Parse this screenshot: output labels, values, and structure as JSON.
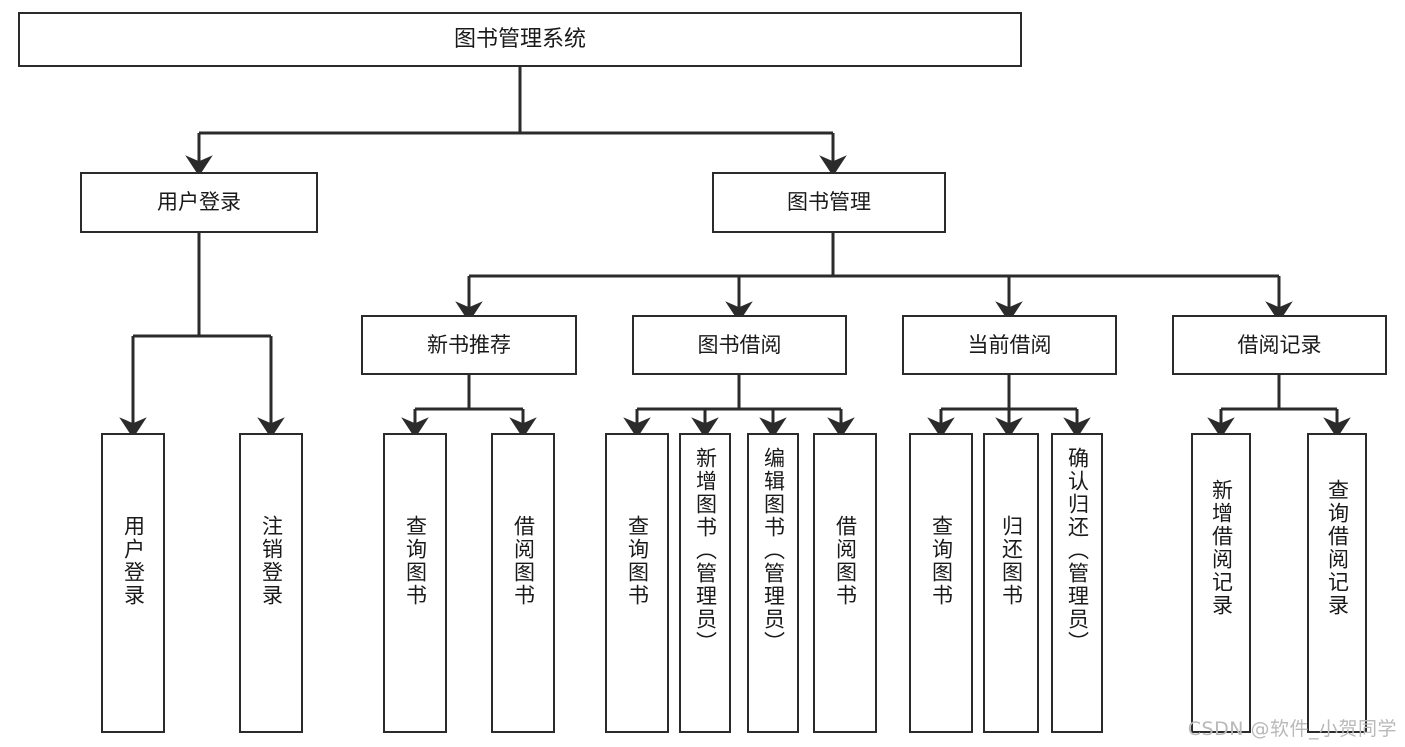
{
  "diagram": {
    "title": "图书管理系统",
    "type": "tree",
    "watermark": "CSDN @软件_小贺同学",
    "stroke_color": "#2b2b2b",
    "fill_color": "#ffffff",
    "text_color": "#1a1a1a",
    "watermark_color": "#b9b9b9",
    "nodes": {
      "root": {
        "label": "图书管理系统"
      },
      "level1": [
        {
          "label": "用户登录"
        },
        {
          "label": "图书管理"
        }
      ],
      "level2": [
        {
          "label": "新书推荐"
        },
        {
          "label": "图书借阅"
        },
        {
          "label": "当前借阅"
        },
        {
          "label": "借阅记录"
        }
      ],
      "leaves": {
        "user_login": [
          {
            "label": "用户登录"
          },
          {
            "label": "注销登录"
          }
        ],
        "new_book_recommend": [
          {
            "label": "查询图书"
          },
          {
            "label": "借阅图书"
          }
        ],
        "book_borrow": [
          {
            "label": "查询图书"
          },
          {
            "label": "新增图书（管理员）"
          },
          {
            "label": "编辑图书（管理员）"
          },
          {
            "label": "借阅图书"
          }
        ],
        "current_borrow": [
          {
            "label": "查询图书"
          },
          {
            "label": "归还图书"
          },
          {
            "label": "确认归还（管理员）"
          }
        ],
        "borrow_record": [
          {
            "label": "新增借阅记录"
          },
          {
            "label": "查询借阅记录"
          }
        ]
      }
    }
  }
}
